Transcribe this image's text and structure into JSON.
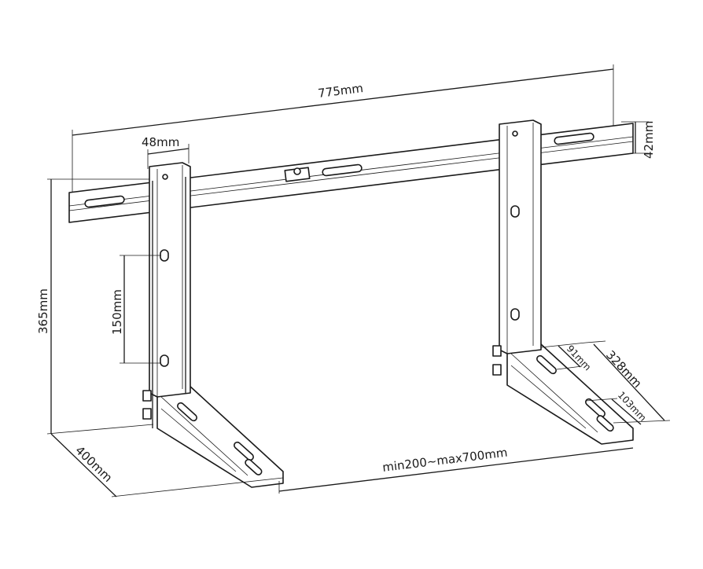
{
  "diagram": {
    "dimensions": {
      "rail_length": "775mm",
      "bracket_width": "48mm",
      "rail_height": "42mm",
      "bracket_height": "365mm",
      "hole_spacing": "150mm",
      "arm_depth": "400mm",
      "bracket_spacing": "min200~max700mm",
      "arm_length": "328mm",
      "slot_offset_1": "91mm",
      "slot_offset_2": "103mm"
    },
    "colors": {
      "line": "#1a1a1a",
      "background": "#ffffff"
    }
  }
}
